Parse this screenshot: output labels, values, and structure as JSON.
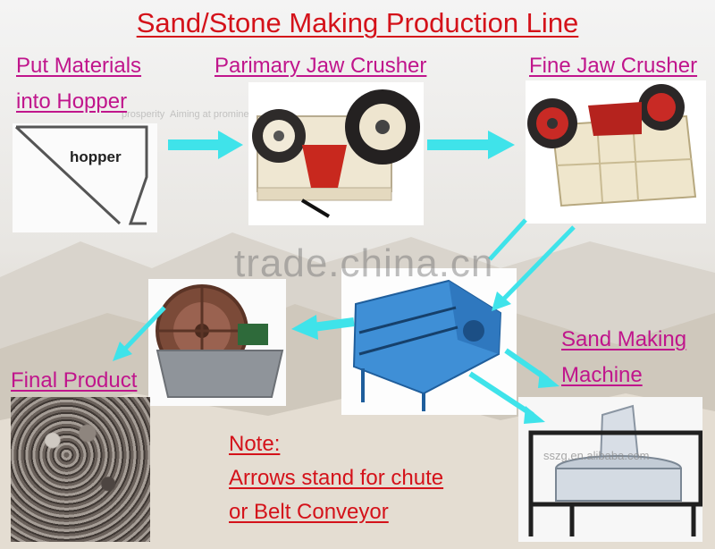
{
  "title": "Sand/Stone  Making  Production  Line",
  "labels": {
    "hopper_line1": "Put Materials",
    "hopper_line2": "into Hopper",
    "primary_crusher": "Parimary Jaw Crusher",
    "fine_crusher": "Fine Jaw Crusher",
    "sand_making_line1": "Sand Making",
    "sand_making_line2": "Machine",
    "final_product": "Final Product"
  },
  "hopper_text": "hopper",
  "note": {
    "line1": "Note:",
    "line2": "Arrows stand for chute",
    "line3": "or Belt Conveyor"
  },
  "watermark": "trade.china.cn",
  "faint_text": {
    "aiming": "Aiming at prominen",
    "prosperity": "prosperity",
    "site": "sszg.en.alibaba.com"
  },
  "colors": {
    "title": "#d4121a",
    "labels": "#c0158c",
    "arrows": "#3fe3ea"
  }
}
